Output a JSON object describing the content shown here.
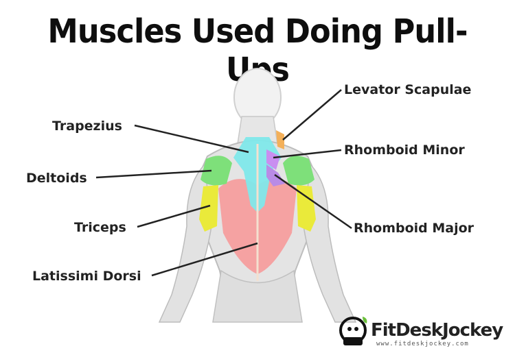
{
  "title": "Muscles Used Doing Pull-Ups",
  "labels": {
    "levator_scapulae": "Levator Scapulae",
    "trapezius": "Trapezius",
    "rhomboid_minor": "Rhomboid Minor",
    "deltoids": "Deltoids",
    "triceps": "Triceps",
    "rhomboid_major": "Rhomboid Major",
    "latissimi_dorsi": "Latissimi Dorsi"
  },
  "logo": {
    "name": "FitDeskJockey",
    "url": "www.fitdeskjockey.com"
  },
  "colors": {
    "trapezius": "#7fe8ea",
    "deltoids": "#7ee07a",
    "triceps": "#eaea3a",
    "latissimus": "#f69a9a",
    "rhomboid_minor": "#c98ef0",
    "rhomboid_major": "#b98be6",
    "levator_scapulae": "#f3b05a"
  }
}
